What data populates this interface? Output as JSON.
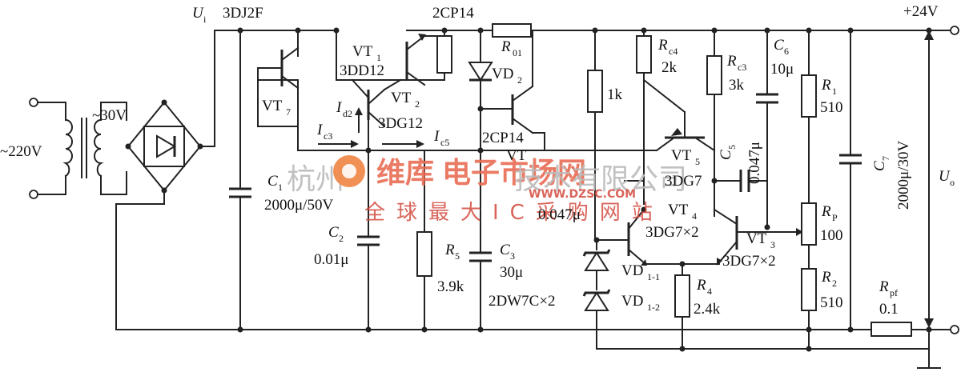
{
  "labels": {
    "ac_in": "~220V",
    "ac_sec": "~30V",
    "ui": "U",
    "ui_sub": "i",
    "t_3dj2f": "3DJ2F",
    "vt7": "VT",
    "vt7_sub": "7",
    "vt1": "VT",
    "vt1_sub": "1",
    "t_3dd12": "3DD12",
    "vt2": "VT",
    "vt2_sub": "2",
    "t_3dg12": "3DG12",
    "id2": "I",
    "id2_sub": "d2",
    "ic3": "I",
    "ic3_sub": "c3",
    "ic5": "I",
    "ic5_sub": "c5",
    "c1": "C",
    "c1_sub": "1",
    "c1_val": "2000μ/50V",
    "c2": "C",
    "c2_sub": "2",
    "c2_val": "0.01μ",
    "cp14_top": "2CP14",
    "r01": "R",
    "r01_sub": "01",
    "vd2": "VD",
    "vd2_sub": "2",
    "cp14_mid": "2CP14",
    "r5": "R",
    "r5_sub": "5",
    "r5_val": "3.9k",
    "c3": "C",
    "c3_sub": "3",
    "c3_val": "30μ",
    "c_047_left": "0.047μ",
    "dz": "2DW7C×2",
    "vd11": "VD",
    "vd11_sub": "1-1",
    "vd12": "VD",
    "vd12_sub": "1-2",
    "r1k": "1k",
    "rc4": "R",
    "rc4_sub": "c4",
    "rc4_val": "2k",
    "rc3": "R",
    "rc3_sub": "c3",
    "rc3_val": "3k",
    "c6": "C",
    "c6_sub": "6",
    "c6_val": "10μ",
    "c5": "C",
    "c5_sub": "5",
    "c5_val": "0.047μ",
    "vt5": "VT",
    "vt5_sub": "5",
    "vt5_type": "3DG7",
    "vt4": "VT",
    "vt4_sub": "4",
    "vt4_type": "3DG7×2",
    "vt3": "VT",
    "vt3_sub": "3",
    "vt3_type": "3DG7×2",
    "r4": "R",
    "r4_sub": "4",
    "r4_val": "2.4k",
    "r1": "R",
    "r1_sub": "1",
    "r1_val": "510",
    "rp": "R",
    "rp_sub": "P",
    "rp_val": "100",
    "r2": "R",
    "r2_sub": "2",
    "r2_val": "510",
    "rpf": "R",
    "rpf_sub": "pf",
    "rpf_val": "0.1",
    "c7": "C",
    "c7_sub": "7",
    "c7_val": "2000μ/30V",
    "uo": "U",
    "uo_sub": "o",
    "v24": "+24V",
    "vt_partial": "VT"
  },
  "watermark": {
    "line1_gray": "杭州",
    "line1_brand": "维库",
    "line1_red": "电子市场网",
    "line1_gray2": "技术有限公司",
    "line2": "全球最大IC采购网站",
    "url": "WWW.DZSC.COM"
  }
}
